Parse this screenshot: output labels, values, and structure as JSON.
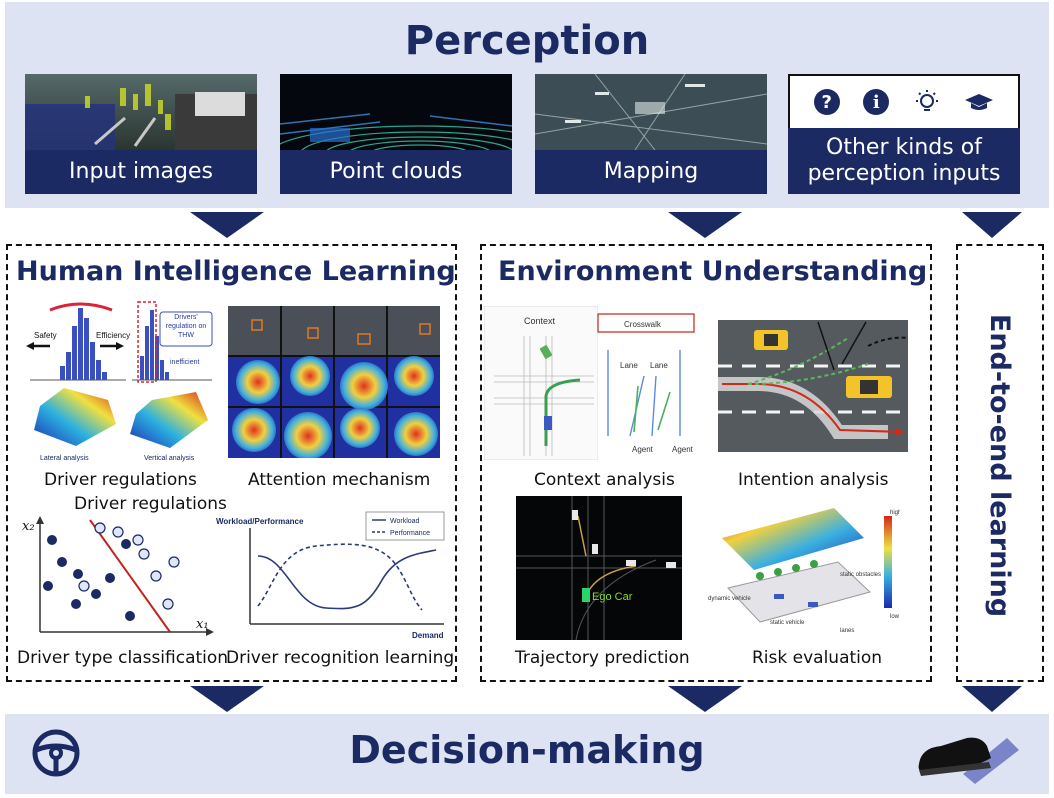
{
  "perception": {
    "title": "Perception",
    "cards": [
      {
        "label": "Input images"
      },
      {
        "label": "Point clouds"
      },
      {
        "label": "Mapping"
      },
      {
        "label_line1": "Other kinds of",
        "label_line2": "perception inputs"
      }
    ],
    "icons": [
      "question-icon",
      "info-icon",
      "lightbulb-icon",
      "graduation-cap-icon"
    ]
  },
  "human_learning": {
    "title": "Human Intelligence Learning",
    "captions": {
      "driver_regulations": "Driver regulations",
      "driver_regulations_dup": "Driver regulations",
      "attention": "Attention mechanism",
      "driver_type": "Driver type classification",
      "driver_recognition": "Driver recognition learning"
    },
    "fig_text": {
      "safety": "Safety",
      "efficiency": "Efficiency",
      "drivers_regulation": "Drivers' regulation on THW",
      "inefficient": "inefficient",
      "lateral": "Lateral analysis",
      "vertical": "Vertical analysis",
      "x2": "x₂",
      "x1": "x₁",
      "workload_performance": "Workload/Performance",
      "workload": "Workload",
      "performance": "Performance",
      "demand": "Demand"
    }
  },
  "environment": {
    "title": "Environment Understanding",
    "captions": {
      "context": "Context analysis",
      "intention": "Intention analysis",
      "trajectory": "Trajectory prediction",
      "risk": "Risk evaluation"
    },
    "fig_text": {
      "context": "Context",
      "crosswalk": "Crosswalk",
      "lane1": "Lane",
      "lane2": "Lane",
      "agent1": "Agent",
      "agent2": "Agent",
      "ego_car": "Ego Car",
      "high": "high",
      "low": "low",
      "dynamic_vehicle": "dynamic vehicle",
      "static_vehicle": "static vehicle",
      "static_obstacles": "static obstacles",
      "lanes": "lanes"
    }
  },
  "end_to_end": {
    "title": "End-to-end learning"
  },
  "decision": {
    "title": "Decision-making"
  },
  "colors": {
    "navy": "#1b2a63",
    "band": "#dde3f2",
    "arrow": "#1b2a63"
  }
}
